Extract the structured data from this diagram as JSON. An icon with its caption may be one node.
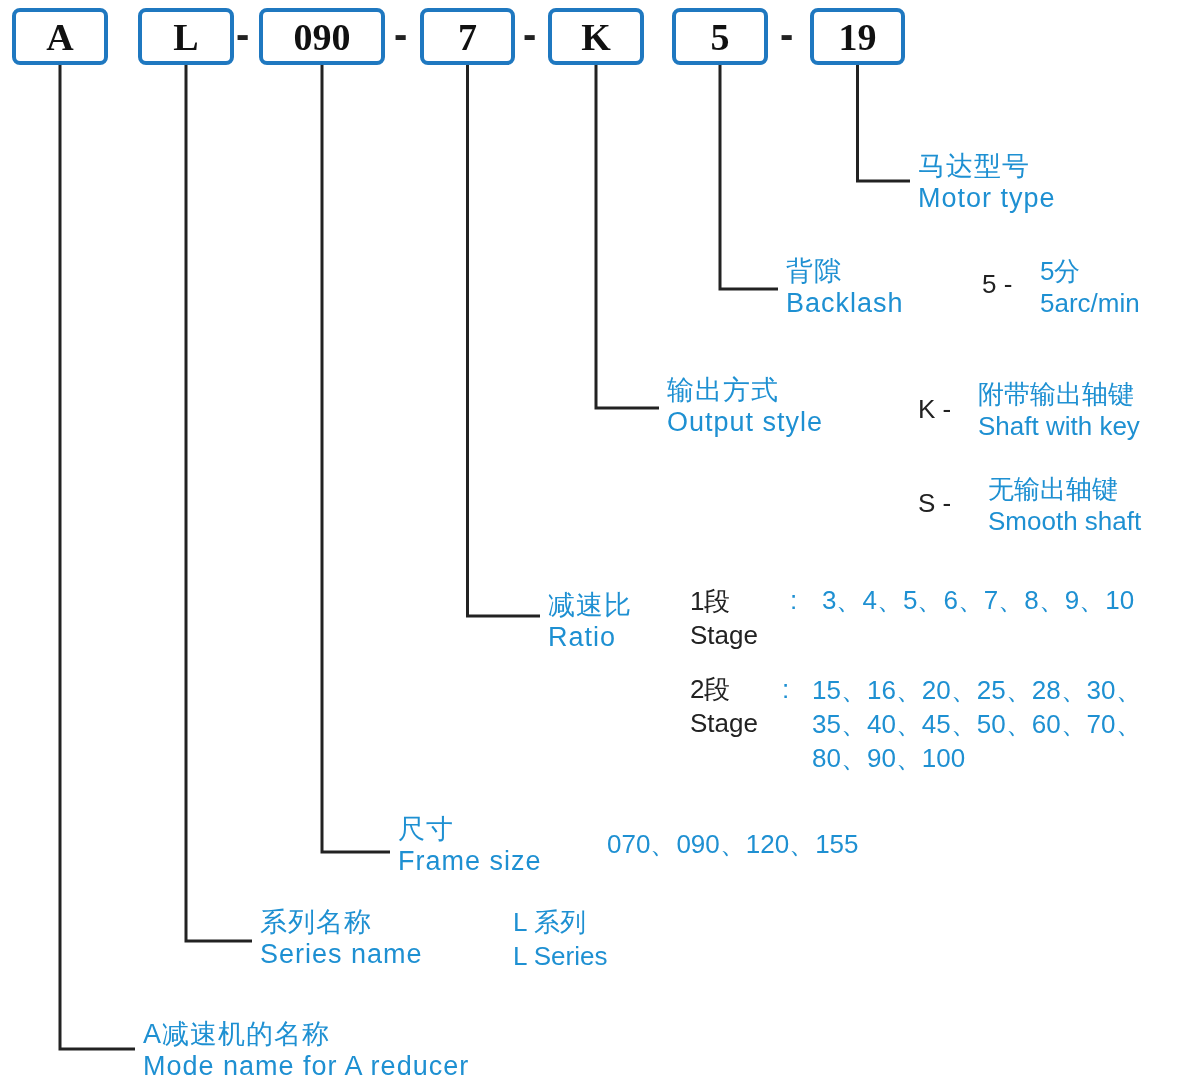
{
  "diagram": {
    "nodes": [
      {
        "text": [
          "A"
        ]
      },
      {
        "text": [
          "L"
        ]
      },
      {
        "text": [
          "090"
        ]
      },
      {
        "text": [
          "7"
        ]
      },
      {
        "text": [
          "K"
        ]
      },
      {
        "text": [
          "5"
        ]
      },
      {
        "text": [
          "19"
        ]
      },
      {
        "text": [
          "马达型号",
          "Motor type"
        ]
      },
      {
        "text": [
          "背隙",
          "Backlash"
        ]
      },
      {
        "text": [
          "输出方式",
          "Output style"
        ]
      },
      {
        "text": [
          "减速比",
          "Ratio"
        ]
      },
      {
        "text": [
          "尺寸",
          "Frame size"
        ]
      },
      {
        "text": [
          "系列名称",
          "Series name"
        ]
      },
      {
        "text": [
          "A减速机的名称",
          "Mode name for A reducer"
        ]
      }
    ],
    "edges": [
      {
        "from": 6,
        "to": 7,
        "arrow": "none"
      },
      {
        "from": 5,
        "to": 8,
        "arrow": "none"
      },
      {
        "from": 4,
        "to": 9,
        "arrow": "none"
      },
      {
        "from": 3,
        "to": 10,
        "arrow": "none"
      },
      {
        "from": 2,
        "to": 11,
        "arrow": "none"
      },
      {
        "from": 1,
        "to": 12,
        "arrow": "none"
      },
      {
        "from": 0,
        "to": 13,
        "arrow": "none"
      }
    ],
    "labels": [
      "-",
      "-",
      "-",
      "-",
      "5 -",
      "5分",
      "5arc/min",
      "K -",
      "附带输出轴键",
      "Shaft with key",
      "S -",
      "无输出轴键",
      "Smooth shaft",
      "1段",
      "Stage",
      ":",
      "3、4、5、6、7、8、9、10",
      "2段",
      "Stage",
      ":",
      "15、16、20、25、28、30、35、40、45、50、60、70、80、90、100",
      "070、090、120、155",
      "L 系列",
      "L Series"
    ]
  }
}
